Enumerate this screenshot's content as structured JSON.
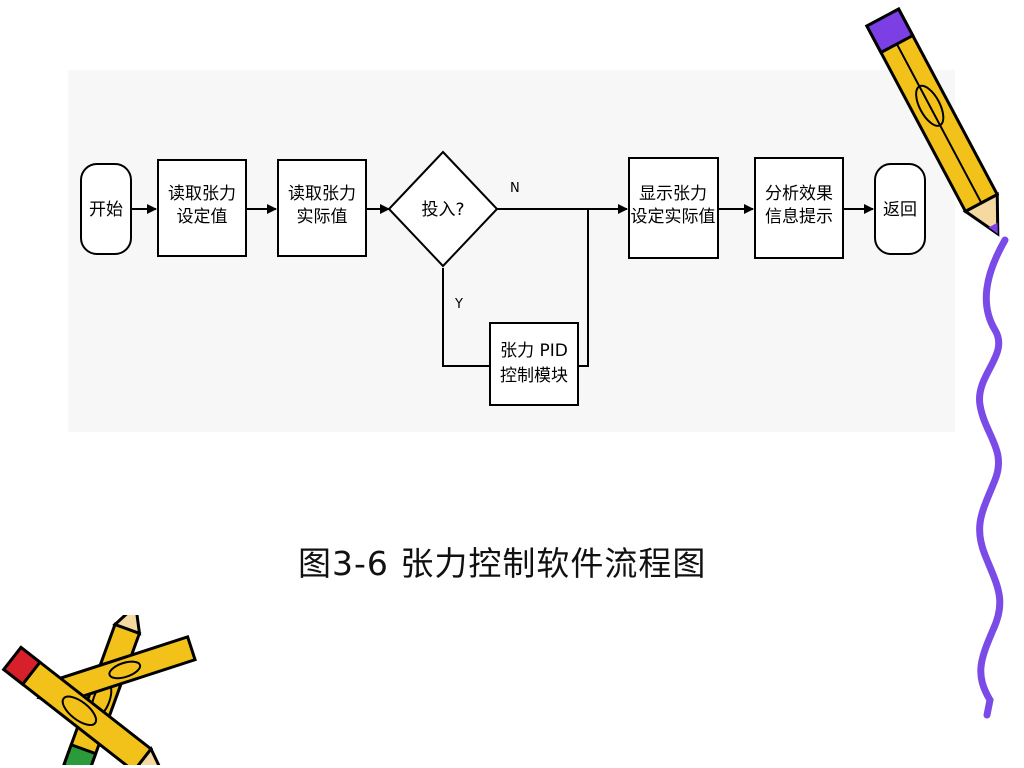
{
  "diagram": {
    "start": "开始",
    "read_set": [
      "读取张力",
      "设定值"
    ],
    "read_actual": [
      "读取张力",
      "实际值"
    ],
    "decision": "投入?",
    "label_n": "N",
    "label_y": "Y",
    "pid": [
      "张力 PID",
      "控制模块"
    ],
    "display": [
      "显示张力",
      "设定实际值"
    ],
    "analysis": [
      "分析效果",
      "信息提示"
    ],
    "end": "返回"
  },
  "caption": "图3-6 张力控制软件流程图",
  "colors": {
    "pencil_yellow": "#f2c21b",
    "pencil_outline": "#000000",
    "pencil_purple": "#7b3fe4",
    "pencil_red": "#d8202a",
    "pencil_green": "#2a9a3a",
    "squiggle": "#7a4be6"
  },
  "decorations": [
    "pencil-top-right",
    "pencils-bottom-left",
    "squiggle-line-right"
  ]
}
